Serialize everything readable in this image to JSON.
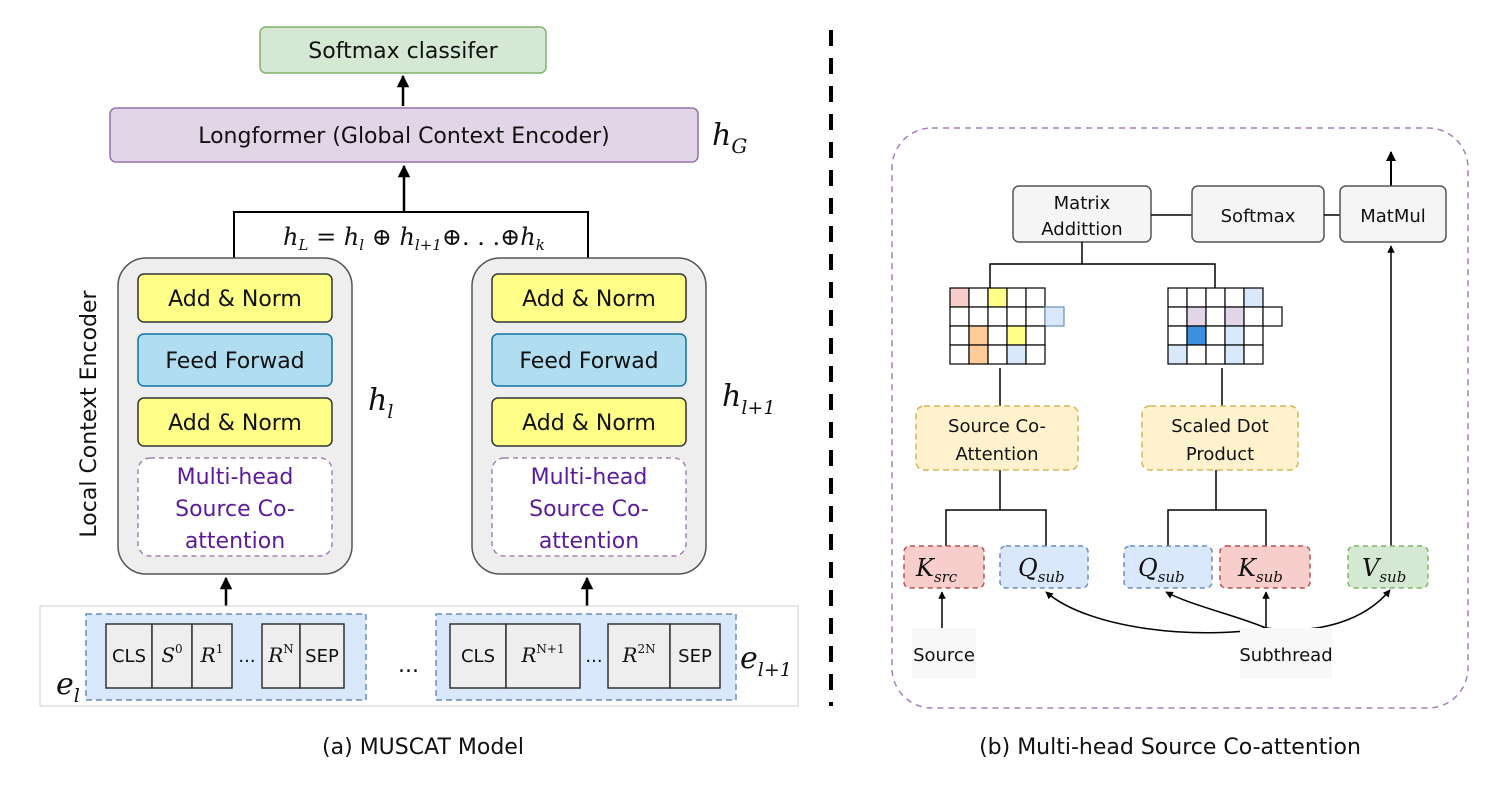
{
  "left": {
    "caption": "(a) MUSCAT Model",
    "softmax_label": "Softmax classifer",
    "longformer_label": "Longformer (Global Context Encoder)",
    "hg_label": "h",
    "hg_sub": "G",
    "concat_formula": "hL = hl ⊕ hl+1⊕. . .⊕hk",
    "local_encoder_label": "Local Context Encoder",
    "blocks": [
      {
        "add_norm_top": "Add & Norm",
        "feed_forward": "Feed Forwad",
        "add_norm_bottom": "Add & Norm",
        "mhsc_lines": [
          "Multi-head",
          "Source Co-",
          "attention"
        ],
        "h_base": "h",
        "h_sub": "l"
      },
      {
        "add_norm_top": "Add & Norm",
        "feed_forward": "Feed Forwad",
        "add_norm_bottom": "Add & Norm",
        "mhsc_lines": [
          "Multi-head",
          "Source Co-",
          "attention"
        ],
        "h_base": "h",
        "h_sub": "l+1"
      }
    ],
    "embeddings": [
      {
        "e_base": "e",
        "e_sub": "l",
        "tokens": [
          {
            "base": "CLS",
            "sup": ""
          },
          {
            "base": "S",
            "sup": "0"
          },
          {
            "base": "R",
            "sup": "1"
          },
          {
            "base": "...",
            "sup": ""
          },
          {
            "base": "R",
            "sup": "N"
          },
          {
            "base": "SEP",
            "sup": ""
          }
        ]
      },
      {
        "e_base": "e",
        "e_sub": "l+1",
        "tokens": [
          {
            "base": "CLS",
            "sup": ""
          },
          {
            "base": "R",
            "sup": "N+1"
          },
          {
            "base": "...",
            "sup": ""
          },
          {
            "base": "R",
            "sup": "2N"
          },
          {
            "base": "SEP",
            "sup": ""
          }
        ]
      }
    ],
    "between_ellipsis": "..."
  },
  "right": {
    "caption": "(b) Multi-head Source Co-attention",
    "matrix_addition_lines": [
      "Matrix",
      "Addittion"
    ],
    "softmax": "Softmax",
    "matmul": "MatMul",
    "source_coattn_lines": [
      "Source Co-",
      "Attention"
    ],
    "scaled_dot_lines": [
      "Scaled Dot",
      "Product"
    ],
    "k_src": {
      "base": "K",
      "sub": "src"
    },
    "q_sub_left": {
      "base": "Q",
      "sub": "sub"
    },
    "q_sub_right": {
      "base": "Q",
      "sub": "sub"
    },
    "k_sub": {
      "base": "K",
      "sub": "sub"
    },
    "v_sub": {
      "base": "V",
      "sub": "sub"
    },
    "source_label": "Source",
    "subthread_label": "Subthread"
  },
  "colors": {
    "softmax_fill": "#d5e8d4",
    "softmax_stroke": "#82b366",
    "longformer_fill": "#e1d5e7",
    "longformer_stroke": "#9673a6",
    "add_norm_fill": "#ffff88",
    "feed_fill": "#b1ddf0",
    "feed_stroke": "#10739e",
    "block_fill": "#eeeeee",
    "mhsc_stroke": "#a680b8",
    "mhsc_text": "#5b1a9c",
    "embed_fill": "#dae8fc",
    "embed_stroke": "#6c8ebf",
    "op_fill": "#f5f5f5",
    "orange_fill": "#fff2cc",
    "orange_stroke": "#d6b656",
    "red_fill": "#f8cecc",
    "red_stroke": "#b85450",
    "green_fill": "#d5e8d4",
    "green_stroke": "#82b366"
  }
}
